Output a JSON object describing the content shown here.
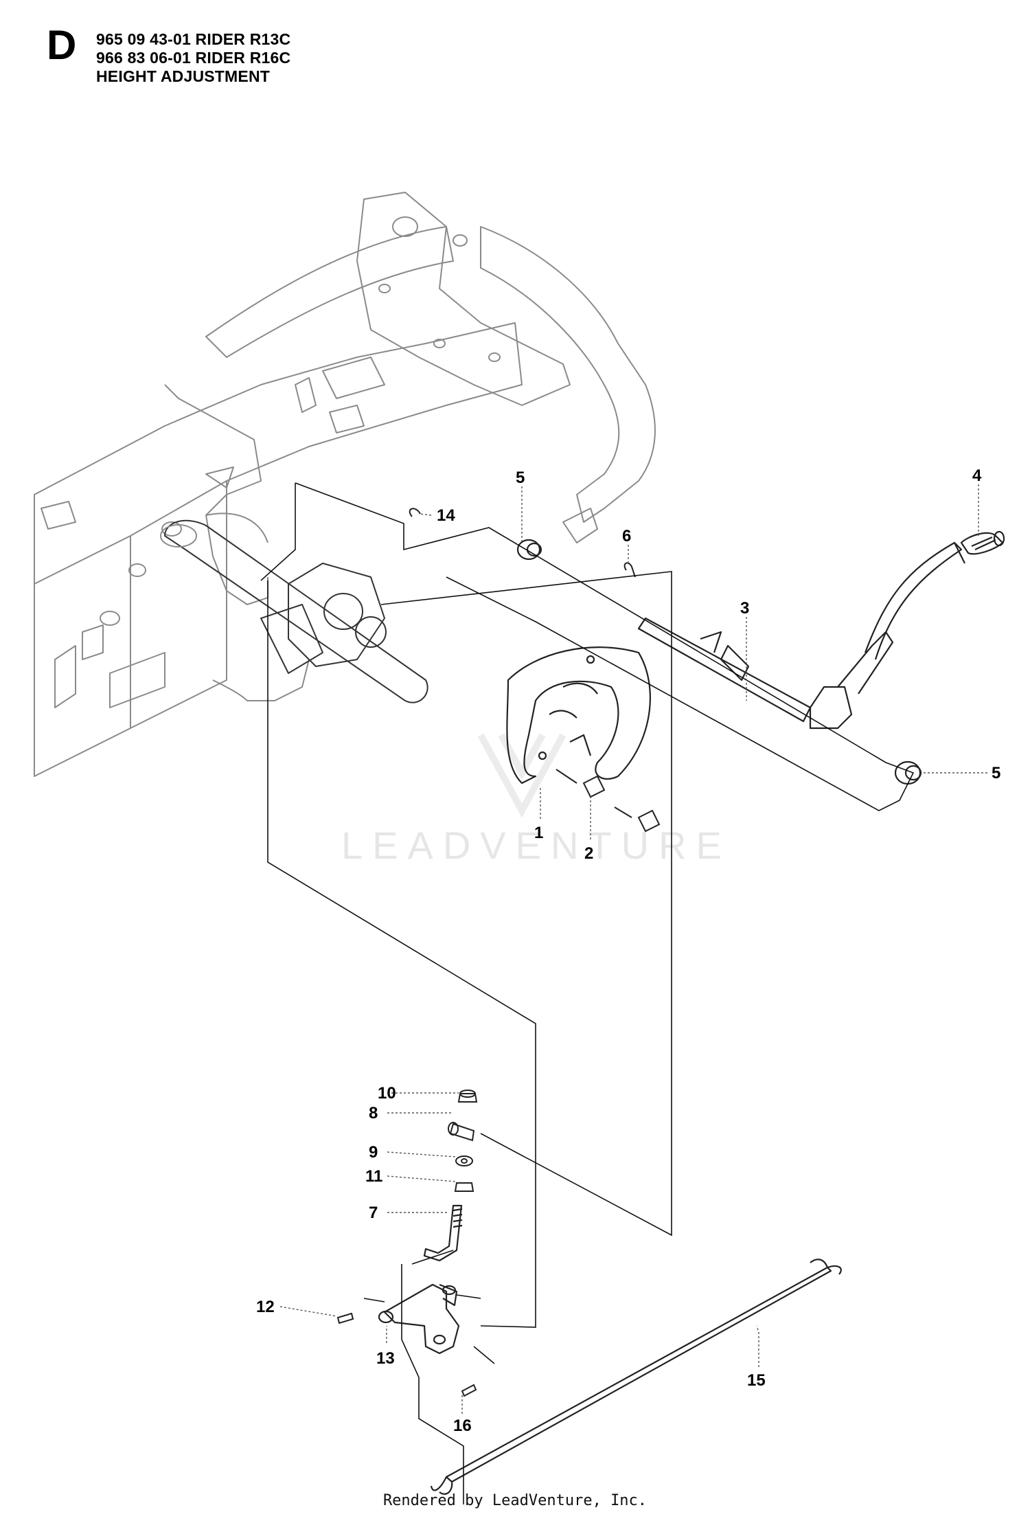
{
  "header": {
    "section_letter": "D",
    "lines": [
      "965 09 43-01 RIDER R13C",
      "966 83 06-01 RIDER R16C",
      "HEIGHT ADJUSTMENT"
    ]
  },
  "watermark": "LEADVENTURE",
  "callouts": [
    "1",
    "2",
    "3",
    "4",
    "5",
    "5",
    "6",
    "7",
    "8",
    "9",
    "10",
    "11",
    "12",
    "13",
    "14",
    "15",
    "16"
  ],
  "footer": "Rendered by LeadVenture, Inc."
}
